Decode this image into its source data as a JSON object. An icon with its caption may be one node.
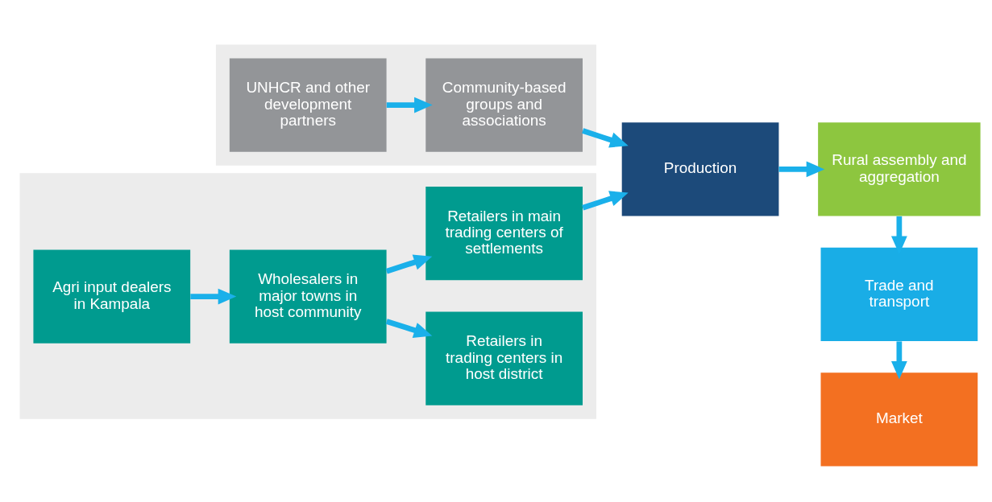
{
  "diagram": {
    "nodes": [
      {
        "text": [],
        "shape": "box"
      },
      {
        "text": [
          "UNHCR and other development partners"
        ],
        "in": 0
      },
      {
        "text": [
          "Community-based groups and associations"
        ],
        "in": 0
      },
      {
        "text": [],
        "shape": "box"
      },
      {
        "text": [
          "Agri input dealers in Kampala"
        ],
        "in": 3
      },
      {
        "text": [
          "Wholesalers in major towns in host community"
        ],
        "in": 3
      },
      {
        "text": [
          "Retailers in trading centers in host district"
        ],
        "in": 3
      },
      {
        "text": [
          "Retailers in main trading centers of settlements"
        ],
        "in": 3
      },
      {
        "text": [
          "Production"
        ]
      },
      {
        "text": [
          "Rural assembly and aggregation"
        ]
      },
      {
        "text": [
          "Trade and transport"
        ]
      },
      {
        "text": [
          "Market"
        ]
      }
    ],
    "edges": [
      {
        "from": 1,
        "to": 2,
        "arrow": "to"
      },
      {
        "from": 2,
        "to": 8,
        "arrow": "to"
      },
      {
        "from": 4,
        "to": 5,
        "arrow": "to"
      },
      {
        "from": 5,
        "to": 6,
        "arrow": "to"
      },
      {
        "from": 5,
        "to": 7,
        "arrow": "to"
      },
      {
        "from": 7,
        "to": 8,
        "arrow": "to"
      },
      {
        "from": 8,
        "to": 9,
        "arrow": "to"
      },
      {
        "from": 9,
        "to": 10,
        "arrow": "to"
      },
      {
        "from": 10,
        "to": 11,
        "arrow": "to"
      }
    ]
  }
}
